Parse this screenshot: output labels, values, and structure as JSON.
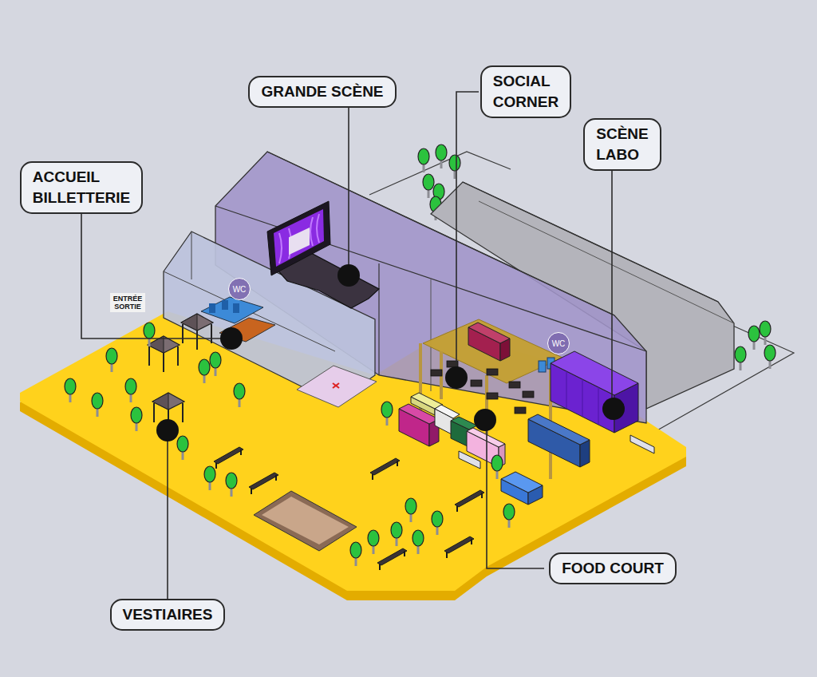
{
  "diagram": {
    "nodes": [
      {
        "text": [
          "GRANDE SCÈNE"
        ]
      },
      {
        "text": [
          "SOCIAL CORNER"
        ]
      },
      {
        "text": [
          "SCÈNE LABO"
        ]
      },
      {
        "text": [
          "ACCUEIL BILLETTERIE"
        ]
      },
      {
        "text": [
          "VESTIAIRES"
        ]
      },
      {
        "text": [
          "FOOD COURT"
        ]
      }
    ],
    "labels": [
      "ENTRÉE SORTIE",
      "WC",
      "WC"
    ]
  }
}
